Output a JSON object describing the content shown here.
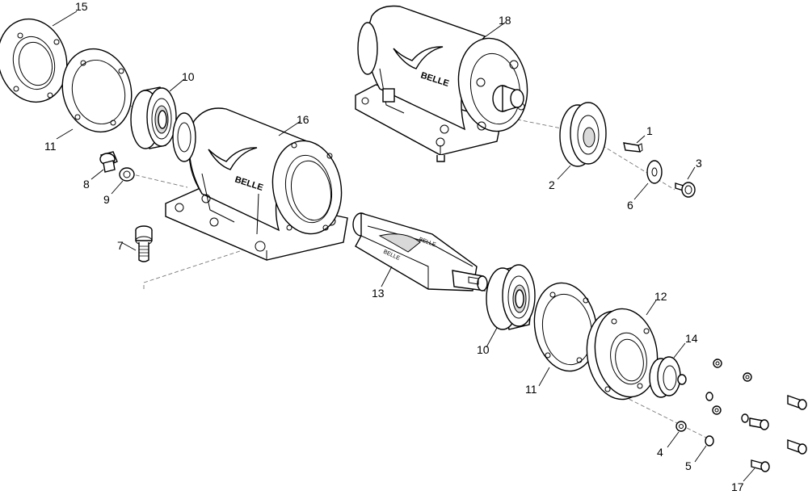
{
  "parts": [
    {
      "key": "1",
      "label": "1"
    },
    {
      "key": "2",
      "label": "2"
    },
    {
      "key": "3",
      "label": "3"
    },
    {
      "key": "4",
      "label": "4"
    },
    {
      "key": "5",
      "label": "5"
    },
    {
      "key": "6",
      "label": "6"
    },
    {
      "key": "7",
      "label": "7"
    },
    {
      "key": "8",
      "label": "8"
    },
    {
      "key": "9",
      "label": "9"
    },
    {
      "key": "10a",
      "label": "10"
    },
    {
      "key": "10b",
      "label": "10"
    },
    {
      "key": "11a",
      "label": "11"
    },
    {
      "key": "11b",
      "label": "11"
    },
    {
      "key": "12",
      "label": "12"
    },
    {
      "key": "13",
      "label": "13"
    },
    {
      "key": "14",
      "label": "14"
    },
    {
      "key": "15",
      "label": "15"
    },
    {
      "key": "16",
      "label": "16"
    },
    {
      "key": "17",
      "label": "17"
    },
    {
      "key": "18",
      "label": "18"
    }
  ],
  "brand_logo_text": "BELLE",
  "shaft_marking_text": "BELLE",
  "line_color": "#000000",
  "dash_color": "#777777",
  "fill_color": "#ffffff"
}
